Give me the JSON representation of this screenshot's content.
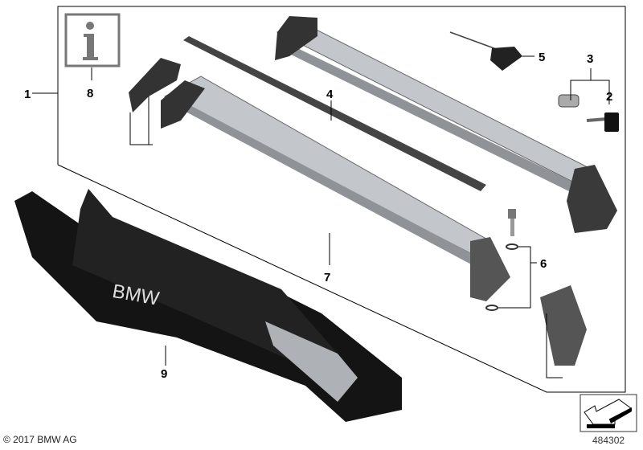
{
  "diagram": {
    "callouts": [
      "1",
      "2",
      "3",
      "4",
      "5",
      "6",
      "7",
      "8",
      "9"
    ],
    "bag_logo": "BMW",
    "copyright": "© 2017 BMW AG",
    "document_number": "484302",
    "icons": [
      "info-icon",
      "navigation-arrow-icon"
    ],
    "colors": {
      "bar": "#b8bcc0",
      "foot": "#3a3a3a",
      "bag": "#111111",
      "line": "#000000"
    }
  }
}
